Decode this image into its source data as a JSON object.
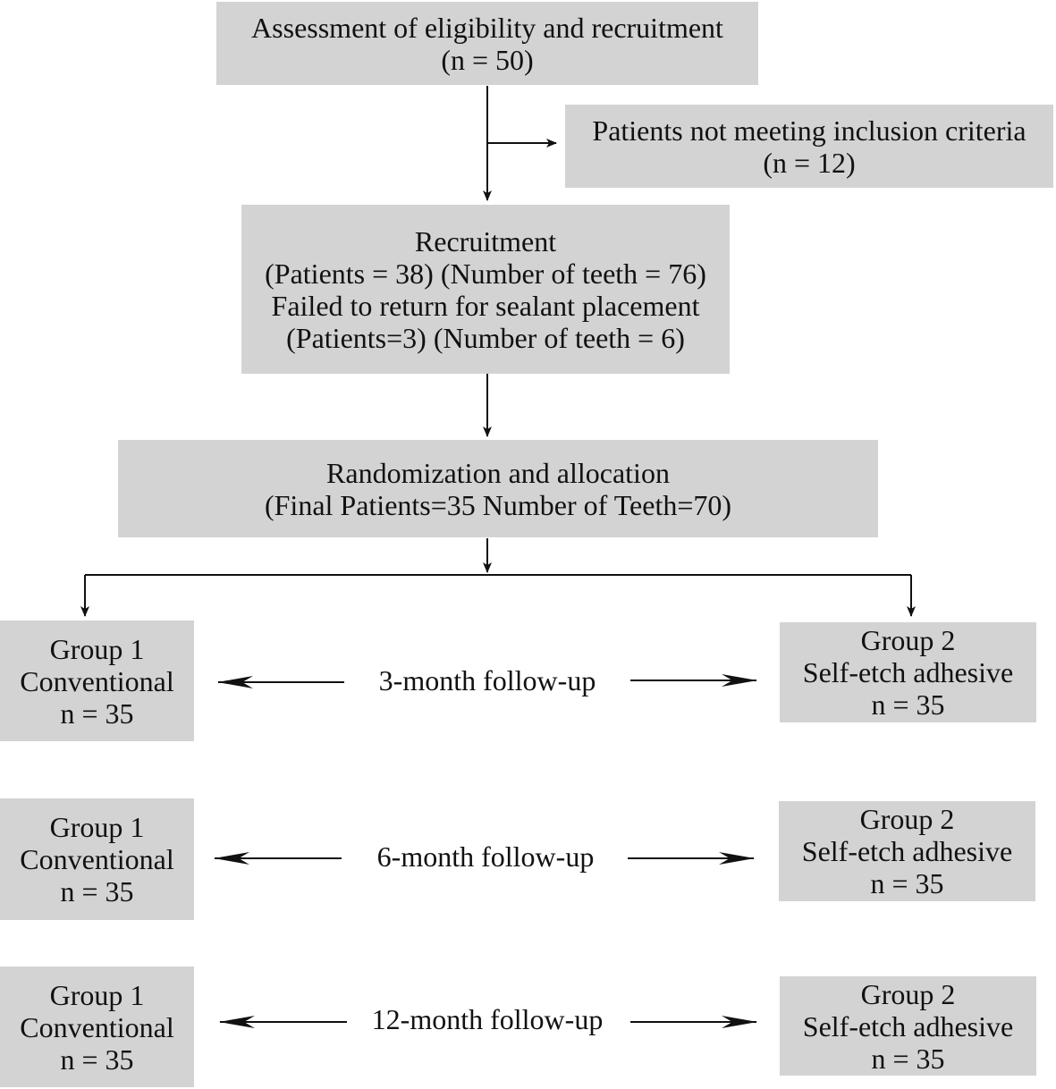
{
  "assessment": {
    "line1": "Assessment of eligibility and recruitment",
    "line2": "(n = 50)"
  },
  "excluded": {
    "line1": "Patients not meeting inclusion criteria",
    "line2": "(n = 12)"
  },
  "recruitment": {
    "line1": "Recruitment",
    "line2": "(Patients = 38) (Number of teeth = 76)",
    "line3": "Failed to return for sealant placement",
    "line4": "(Patients=3) (Number of teeth = 6)"
  },
  "randomization": {
    "line1": "Randomization and allocation",
    "line2": "(Final Patients=35  Number of Teeth=70)"
  },
  "rows": [
    {
      "followup": "3-month follow-up",
      "group1": {
        "name": "Group 1",
        "type": "Conventional",
        "n": "n = 35"
      },
      "group2": {
        "name": "Group 2",
        "type": "Self-etch adhesive",
        "n": "n = 35"
      }
    },
    {
      "followup": "6-month follow-up",
      "group1": {
        "name": "Group 1",
        "type": "Conventional",
        "n": "n = 35"
      },
      "group2": {
        "name": "Group 2",
        "type": "Self-etch adhesive",
        "n": "n = 35"
      }
    },
    {
      "followup": "12-month follow-up",
      "group1": {
        "name": "Group 1",
        "type": "Conventional",
        "n": "n = 35"
      },
      "group2": {
        "name": "Group 2",
        "type": "Self-etch adhesive",
        "n": "n = 35"
      }
    }
  ],
  "colors": {
    "box_fill": "#d3d3d3",
    "line": "#111111"
  }
}
